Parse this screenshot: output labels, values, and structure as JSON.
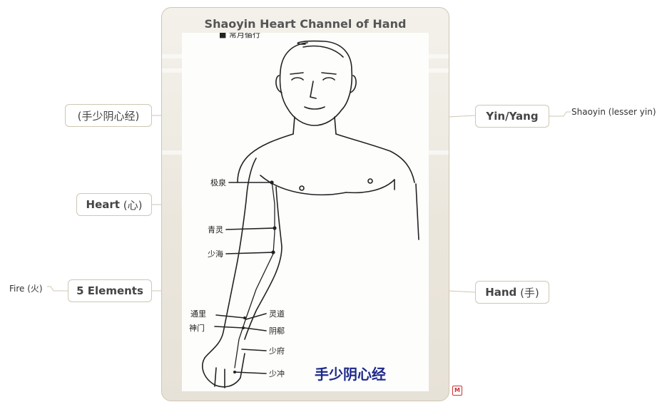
{
  "central": {
    "title": "Shaoyin Heart Channel of Hand"
  },
  "figure": {
    "caption": "手少阴心经",
    "header_fragment": "■ 常月循行",
    "points": [
      "极泉",
      "青灵",
      "少海",
      "通里",
      "神门",
      "灵道",
      "阴郗",
      "少府",
      "少冲"
    ]
  },
  "left_nodes": [
    {
      "label": "(手少阴心经)",
      "bold": "",
      "suffix": ""
    },
    {
      "label": "",
      "bold": "Heart",
      "suffix": " (心)"
    },
    {
      "label": "",
      "bold": "5 Elements",
      "suffix": ""
    }
  ],
  "right_nodes": [
    {
      "label": "",
      "bold": "Yin/Yang",
      "suffix": ""
    },
    {
      "label": "",
      "bold": "Hand",
      "suffix": " (手)"
    }
  ],
  "leaves": {
    "yin_yang": "Shaoyin (lesser yin)",
    "five_elements": "Fire (火)"
  },
  "marker_icon": "M"
}
